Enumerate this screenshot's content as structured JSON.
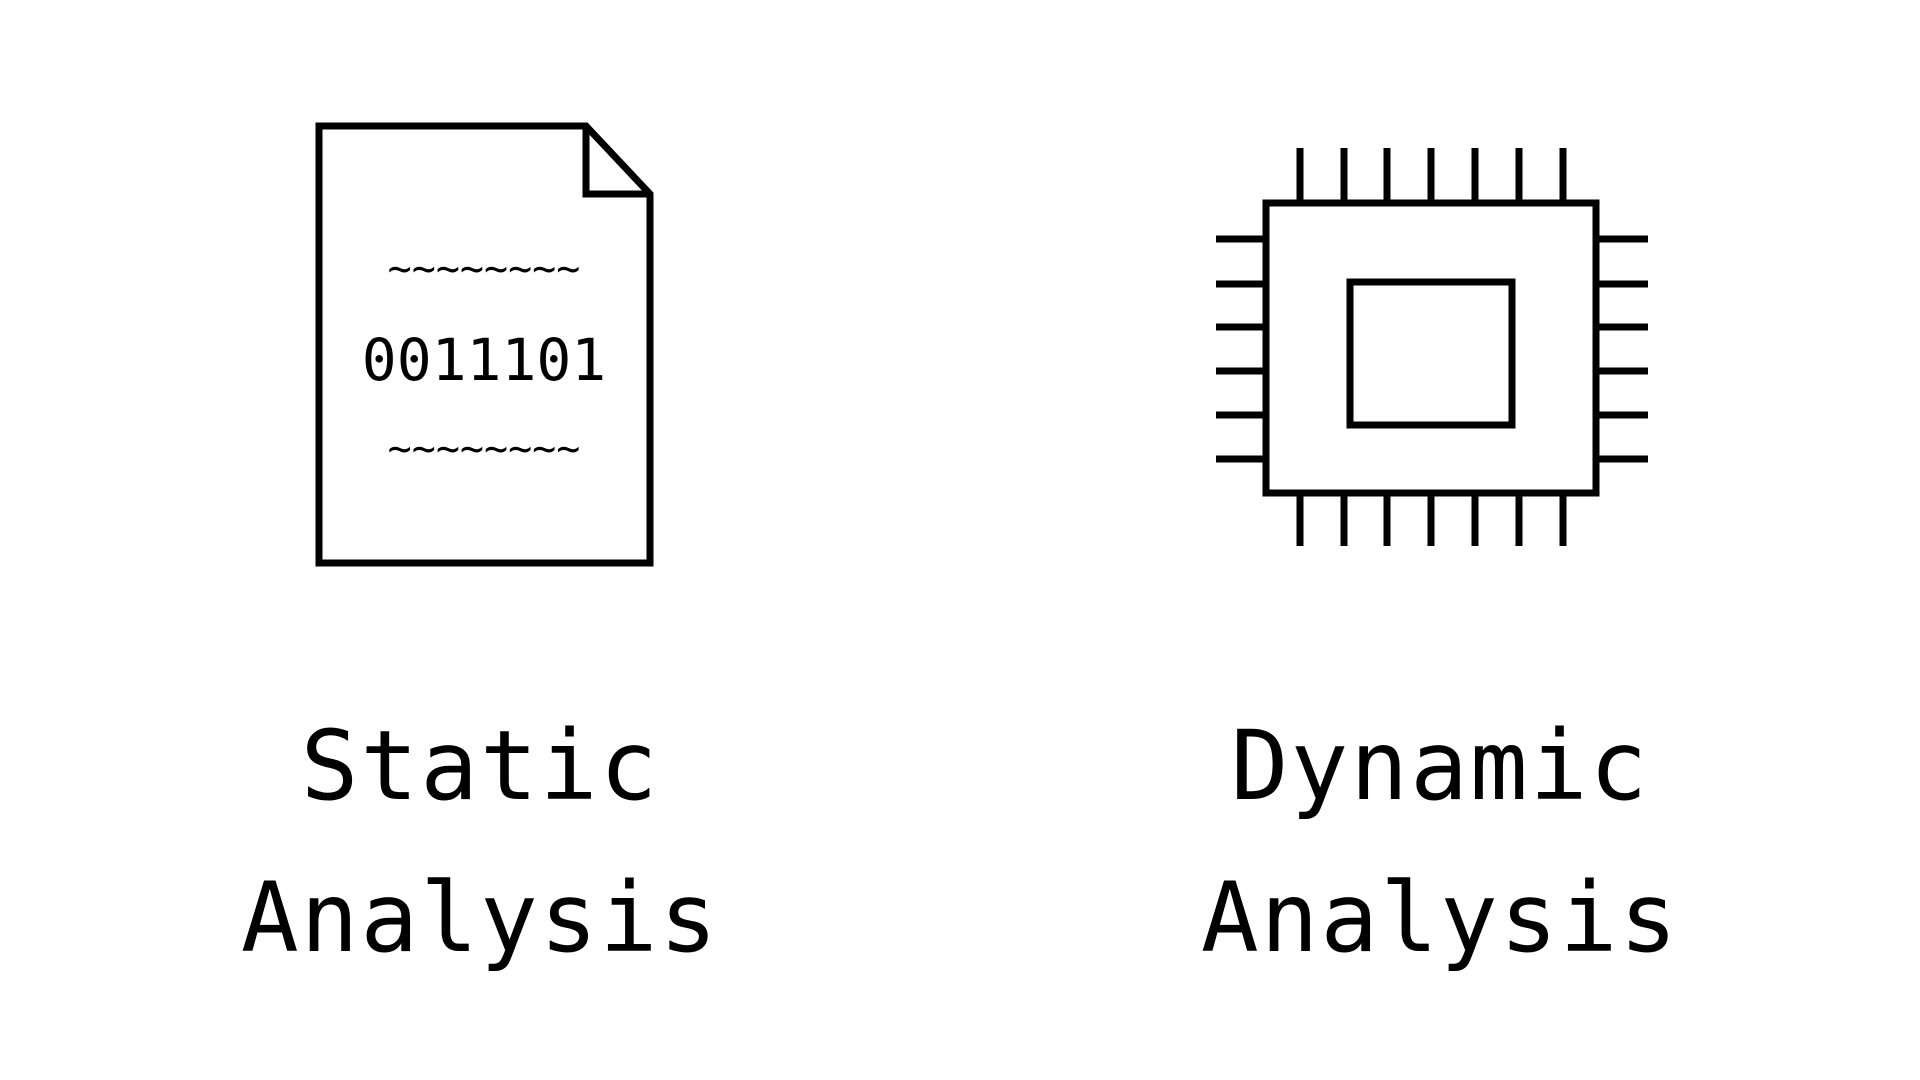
{
  "static": {
    "icon": "document-icon",
    "document_lines": [
      "~~~~~~~~",
      "0011101",
      "~~~~~~~~"
    ],
    "label_line1": "Static",
    "label_line2": "Analysis"
  },
  "dynamic": {
    "icon": "cpu-chip-icon",
    "label_line1": "Dynamic",
    "label_line2": "Analysis"
  },
  "colors": {
    "foreground": "#000000",
    "background": "#ffffff"
  }
}
